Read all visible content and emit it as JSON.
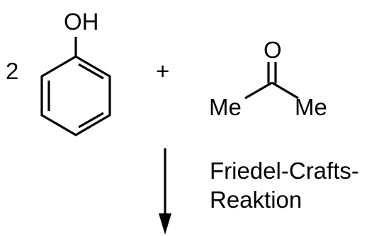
{
  "reaction": {
    "coefficient": "2",
    "phenol_group": "OH",
    "plus_sign": "+",
    "acetone_oxygen": "O",
    "methyl_left": "Me",
    "methyl_right": "Me",
    "condition_line1": "Friedel-Crafts-",
    "condition_line2": "Reaktion"
  }
}
